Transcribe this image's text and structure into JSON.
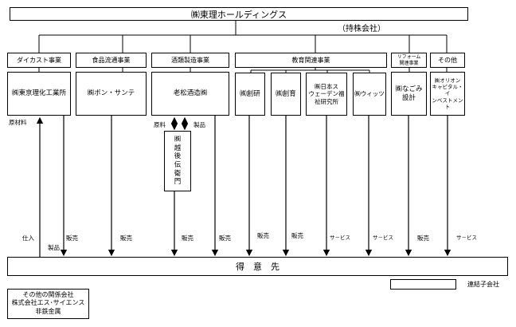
{
  "holding": {
    "name": "㈱東理ホールディングス",
    "type": "（持株会社）"
  },
  "segments": [
    {
      "key": "diecast",
      "label": "ダイカスト事業"
    },
    {
      "key": "food",
      "label": "食品流通事業"
    },
    {
      "key": "sake",
      "label": "酒類製造事業"
    },
    {
      "key": "edu",
      "label": "教育関連事業"
    },
    {
      "key": "reform",
      "label": "リフォーム\n関連事業"
    },
    {
      "key": "other",
      "label": "その他"
    }
  ],
  "companies": [
    {
      "key": "tokyo_rika",
      "label": "㈱東京理化工業所"
    },
    {
      "key": "bon_sante",
      "label": "㈱ボン・サンテ"
    },
    {
      "key": "oimatsu",
      "label": "老松酒造㈱"
    },
    {
      "key": "soken",
      "label": "㈱創研"
    },
    {
      "key": "soiku",
      "label": "㈱創育"
    },
    {
      "key": "sweden",
      "label": "㈱日本ス\nウェーデン福\n祉研究所"
    },
    {
      "key": "wits",
      "label": "㈱ウィッツ"
    },
    {
      "key": "nagomi",
      "label": "㈱なごみ\n設計"
    },
    {
      "key": "orion",
      "label": "㈱オリオン\nキャピタル・イ\nンベストメント"
    }
  ],
  "sub_company": {
    "label": "㈱\n越\n後\n伝\n衛\n門"
  },
  "flows": {
    "raw_material": "原材料",
    "genryo": "原料",
    "seihin_top": "製品",
    "shiire": "仕入",
    "seihin": "製品",
    "hanbai": "販売",
    "service": "サ－ビス"
  },
  "customer": "得　意　先",
  "legend": {
    "label": "連結子会社"
  },
  "others": {
    "title": "その他の関係会社",
    "company": "株式会社エス･サイエンス",
    "business": "非鉄金属"
  }
}
